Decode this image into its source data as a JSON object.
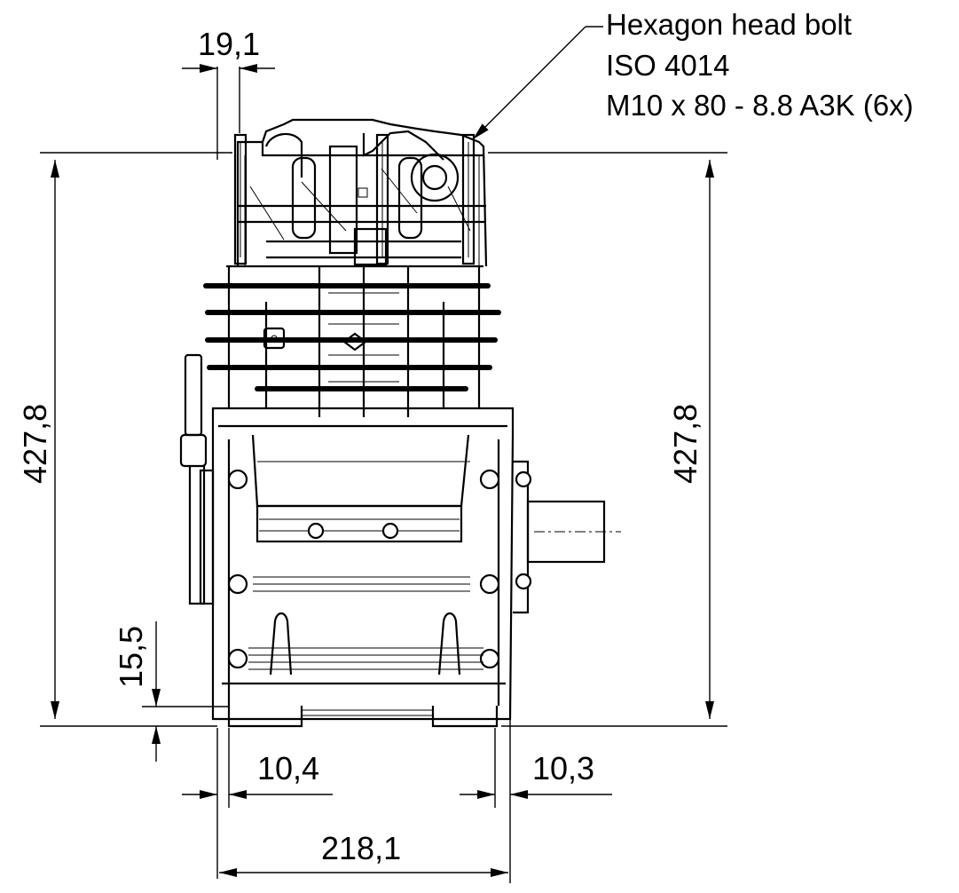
{
  "drawing": {
    "subject": "compressor-pump-front-view",
    "callout": {
      "line1": "Hexagon head bolt",
      "line2": "ISO 4014",
      "line3": "M10 x 80 - 8.8 A3K (6x)"
    },
    "dimensions": {
      "top_offset": "19,1",
      "height_left": "427,8",
      "height_right": "427,8",
      "foot_height": "15,5",
      "left_offset": "10,4",
      "right_offset": "10,3",
      "overall_width": "218,1"
    }
  }
}
